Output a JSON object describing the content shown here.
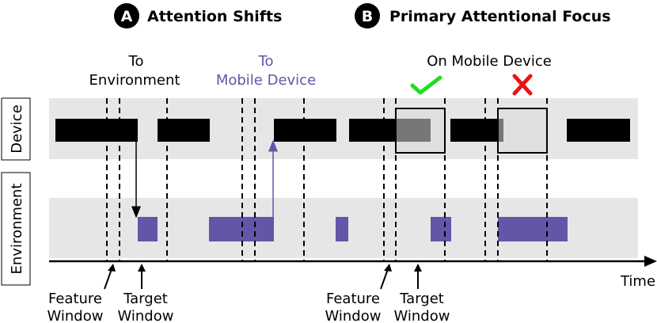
{
  "header": {
    "section_a": {
      "badge": "A",
      "title": "Attention Shifts"
    },
    "section_b": {
      "badge": "B",
      "title": "Primary Attentional Focus"
    }
  },
  "labels": {
    "to_environment": [
      "To",
      "Environment"
    ],
    "to_mobile_device": [
      "To",
      "Mobile Device"
    ],
    "on_mobile_device": "On Mobile Device",
    "feature_window": [
      "Feature",
      "Window"
    ],
    "target_window": [
      "Target",
      "Window"
    ],
    "time": "Time"
  },
  "rows": {
    "device": "Device",
    "environment": "Environment"
  },
  "colors": {
    "device_bar": "#000000",
    "environment_bar": "#6356a8",
    "row_bg": "#e6e6e6",
    "check": "#22dd22",
    "cross": "#ee1111"
  },
  "icons": {
    "correct": "check-icon",
    "incorrect": "cross-icon"
  }
}
